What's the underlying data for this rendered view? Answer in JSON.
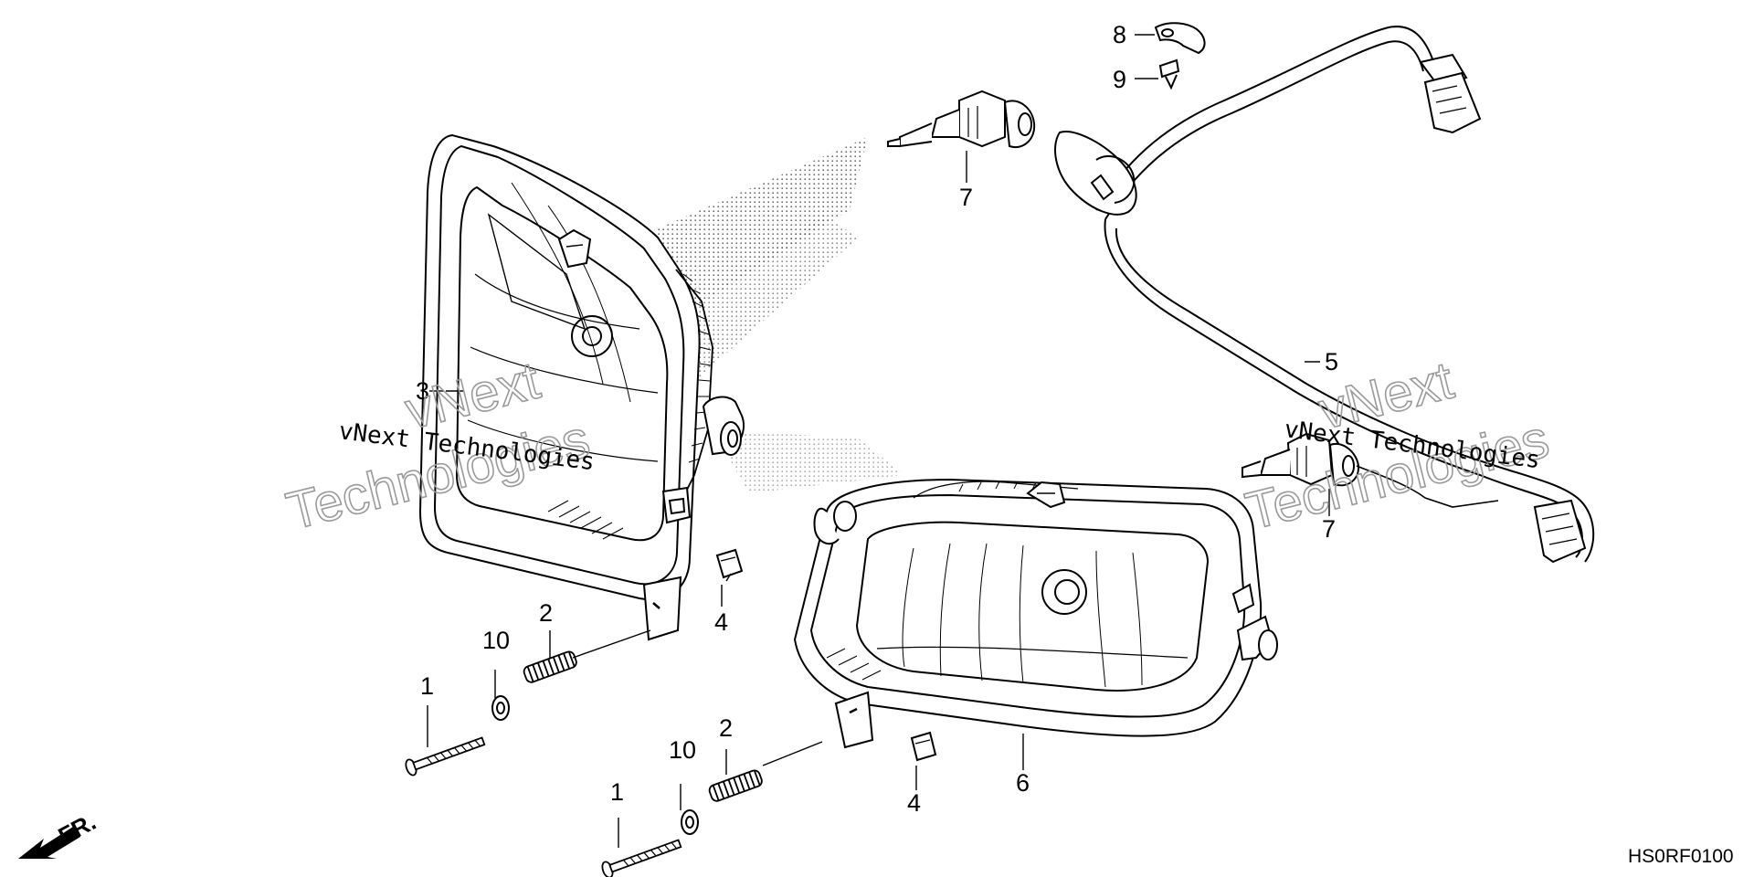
{
  "diagram": {
    "part_code": "HS0RF0100",
    "front_marker": "FR.",
    "watermark": {
      "line_small": "vNext Technologies",
      "outline_vnext": "vNext",
      "outline_technologies": "Technologies"
    },
    "callouts": {
      "c1a": "1",
      "c1b": "1",
      "c2a": "2",
      "c2b": "2",
      "c3": "3",
      "c4a": "4",
      "c4b": "4",
      "c5": "5",
      "c6": "6",
      "c7a": "7",
      "c7b": "7",
      "c8": "8",
      "c9": "9",
      "c10a": "10",
      "c10b": "10"
    }
  }
}
